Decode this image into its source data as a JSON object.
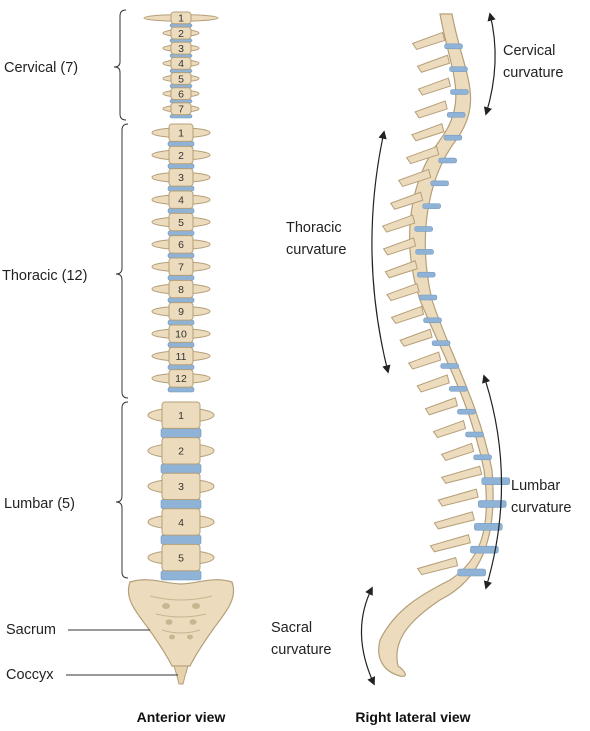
{
  "regions": {
    "cervical": "Cervical (7)",
    "thoracic": "Thoracic (12)",
    "lumbar": "Lumbar (5)",
    "sacrum": "Sacrum",
    "coccyx": "Coccyx"
  },
  "vertebra_numbers": {
    "cervical": [
      "1",
      "2",
      "3",
      "4",
      "5",
      "6",
      "7"
    ],
    "thoracic": [
      "1",
      "2",
      "3",
      "4",
      "5",
      "6",
      "7",
      "8",
      "9",
      "10",
      "11",
      "12"
    ],
    "lumbar": [
      "1",
      "2",
      "3",
      "4",
      "5"
    ]
  },
  "curvatures": {
    "cervical": [
      "Cervical",
      "curvature"
    ],
    "thoracic": [
      "Thoracic",
      "curvature"
    ],
    "lumbar": [
      "Lumbar",
      "curvature"
    ],
    "sacral": [
      "Sacral",
      "curvature"
    ]
  },
  "views": {
    "anterior": "Anterior view",
    "lateral": "Right lateral view"
  },
  "colors": {
    "bone": "#ecdcbd",
    "bone_edge": "#b59f78",
    "disc": "#8fb3d6",
    "disc_edge": "#6f95bd"
  }
}
